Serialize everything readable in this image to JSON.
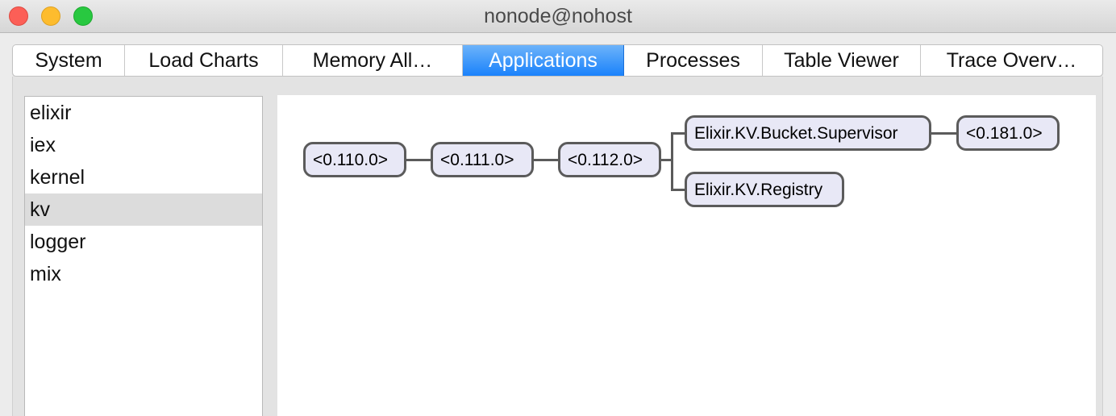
{
  "window": {
    "title": "nonode@nohost"
  },
  "tabs": [
    {
      "label": "System"
    },
    {
      "label": "Load Charts"
    },
    {
      "label": "Memory All…"
    },
    {
      "label": "Applications"
    },
    {
      "label": "Processes"
    },
    {
      "label": "Table Viewer"
    },
    {
      "label": "Trace Overv…"
    }
  ],
  "active_tab": "Applications",
  "applications": {
    "items": [
      {
        "label": "elixir"
      },
      {
        "label": "iex"
      },
      {
        "label": "kernel"
      },
      {
        "label": "kv"
      },
      {
        "label": "logger"
      },
      {
        "label": "mix"
      }
    ],
    "selected": "kv"
  },
  "process_tree": {
    "nodes": [
      {
        "label": "<0.110.0>"
      },
      {
        "label": "<0.111.0>"
      },
      {
        "label": "<0.112.0>"
      },
      {
        "label": "Elixir.KV.Bucket.Supervisor"
      },
      {
        "label": "<0.181.0>"
      },
      {
        "label": "Elixir.KV.Registry"
      }
    ],
    "links": [
      [
        "<0.110.0>",
        "<0.111.0>"
      ],
      [
        "<0.111.0>",
        "<0.112.0>"
      ],
      [
        "<0.112.0>",
        "Elixir.KV.Bucket.Supervisor"
      ],
      [
        "<0.112.0>",
        "Elixir.KV.Registry"
      ],
      [
        "Elixir.KV.Bucket.Supervisor",
        "<0.181.0>"
      ]
    ]
  },
  "colors": {
    "active_tab": "#1a82fb",
    "node_fill": "#e8e8f6",
    "node_border": "#5b5b5b",
    "selected_row": "#dcdcdc"
  }
}
